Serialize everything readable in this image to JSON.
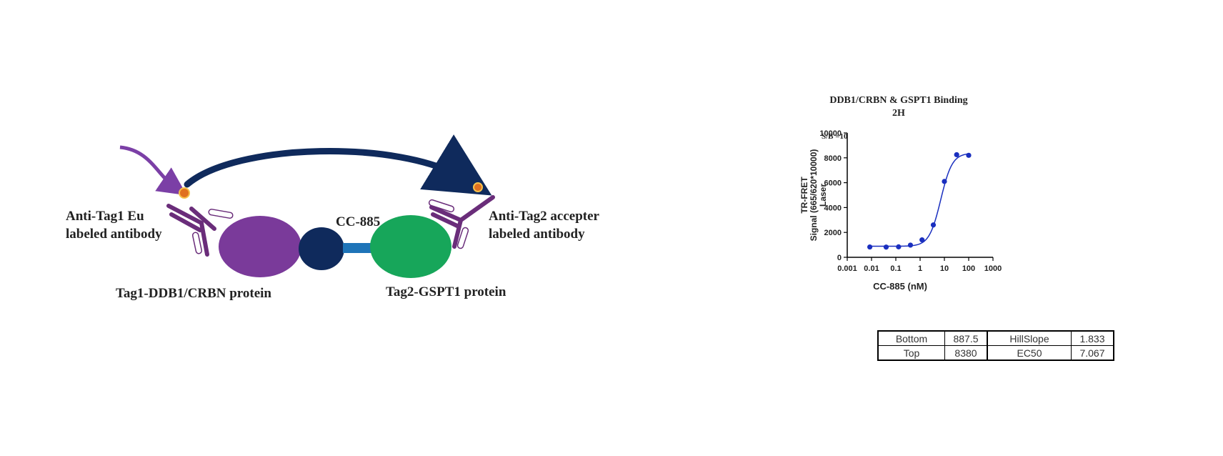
{
  "diagram": {
    "label_antibody1_line1": "Anti-Tag1 Eu",
    "label_antibody1_line2": "labeled antibody",
    "label_antibody2_line1": "Anti-Tag2 accepter",
    "label_antibody2_line2": "labeled antibody",
    "label_compound": "CC-885",
    "label_protein1": "Tag1-DDB1/CRBN protein",
    "label_protein2": "Tag2-GSPT1 protein",
    "colors": {
      "protein1": "#7a3a9a",
      "crbn_ball": "#0f2a5c",
      "linker": "#1e74b8",
      "protein2": "#17a65a",
      "antibody": "#6a2d7a",
      "arrow": "#0f2a5c",
      "light_arrow": "#7b3fa6",
      "fluor": "#e07020"
    }
  },
  "chart_data": {
    "type": "scatter",
    "title": "DDB1/CRBN & GSPT1 Binding",
    "subtitle": "2H",
    "annotation": "S/B =10",
    "xlabel": "CC-885 (nM)",
    "ylabel_lines": [
      "TR-FRET",
      "Signal (665/620*10000)",
      "Laser"
    ],
    "x_scale": "log",
    "xlim": [
      0.001,
      1000
    ],
    "ylim": [
      0,
      10000
    ],
    "x_ticks": [
      0.001,
      0.01,
      0.1,
      1,
      10,
      100,
      1000
    ],
    "x_tick_labels": [
      "0.001",
      "0.01",
      "0.1",
      "1",
      "10",
      "100",
      "1000"
    ],
    "y_ticks": [
      0,
      2000,
      4000,
      6000,
      8000,
      10000
    ],
    "y_tick_labels": [
      "0",
      "2000",
      "4000",
      "6000",
      "8000",
      "10000"
    ],
    "series": [
      {
        "color": "#1a2fbf",
        "x": [
          0.0085,
          0.04,
          0.13,
          0.4,
          1.2,
          3.5,
          10,
          32,
          100
        ],
        "y": [
          830,
          820,
          840,
          980,
          1400,
          2600,
          6100,
          8250,
          8200
        ]
      }
    ],
    "fit": {
      "bottom": 887.5,
      "top": 8380,
      "hillslope": 1.833,
      "ec50": 7.067
    },
    "grid": false
  },
  "table": {
    "rows": [
      [
        "Bottom",
        "887.5",
        "HillSlope",
        "1.833"
      ],
      [
        "Top",
        "8380",
        "EC50",
        "7.067"
      ]
    ]
  }
}
